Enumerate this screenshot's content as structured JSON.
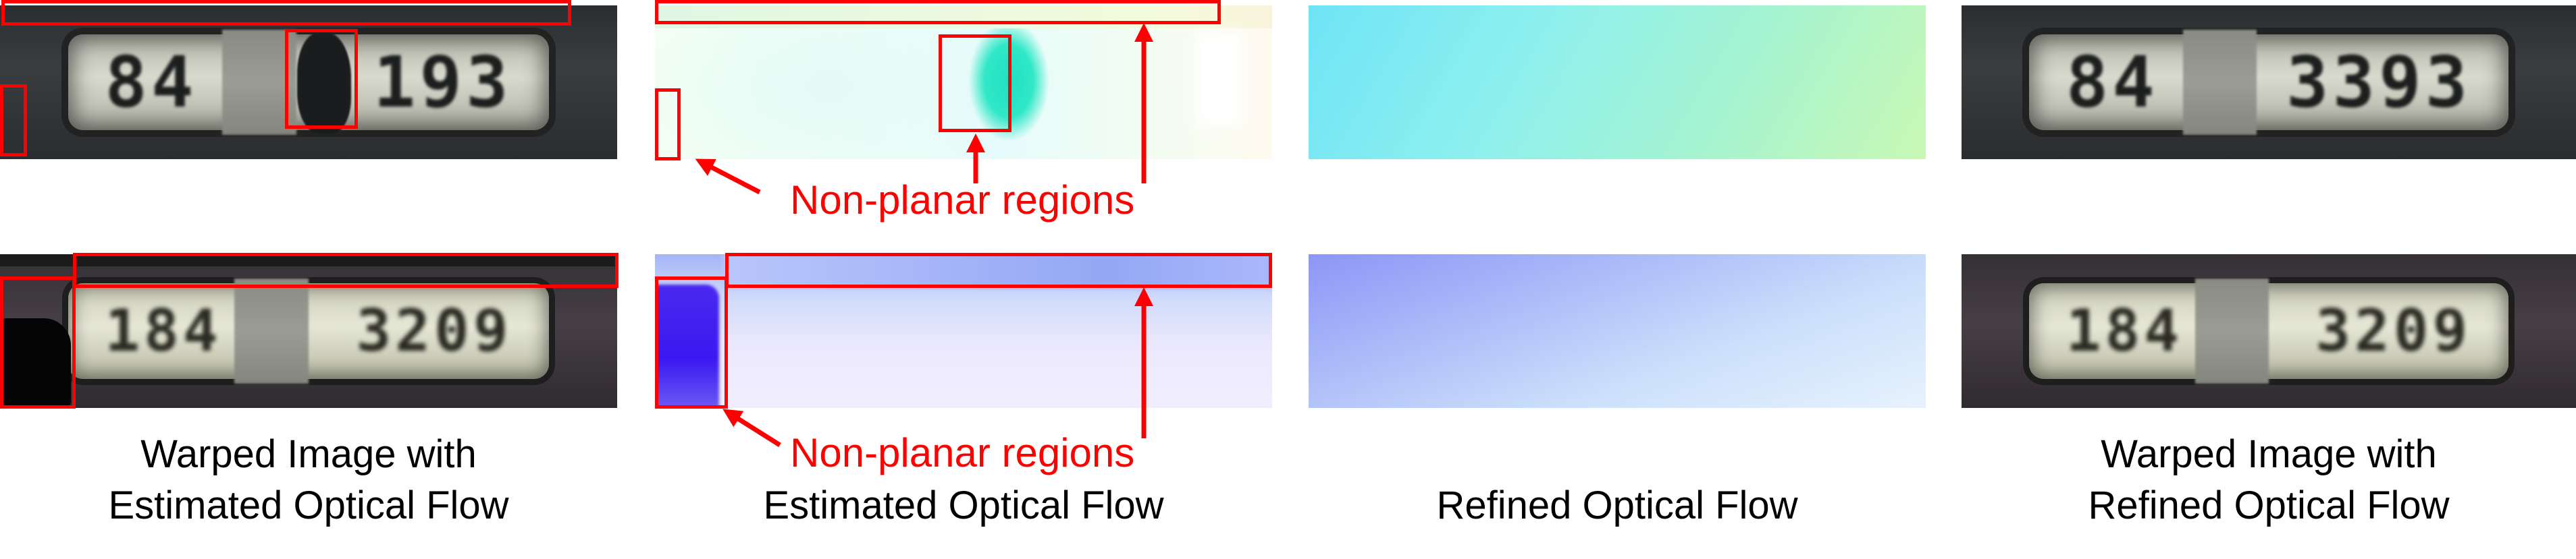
{
  "annotations": {
    "non_planar_label_top": "Non-planar regions",
    "non_planar_label_bottom": "Non-planar regions",
    "box_color": "#ff0000"
  },
  "plates": {
    "row1_estimated": "84",
    "row1_estimated_right": "193",
    "row1_refined_left": "84",
    "row1_refined_right": "3393",
    "row2_estimated_left": "184",
    "row2_estimated_right": "3209",
    "row2_refined_left": "184",
    "row2_refined_right": "3209"
  },
  "captions": {
    "col1_line1": "Warped Image with",
    "col1_line2": "Estimated Optical Flow",
    "col2": "Estimated Optical Flow",
    "col3": "Refined Optical Flow",
    "col4_line1": "Warped Image with",
    "col4_line2": "Refined Optical Flow"
  }
}
